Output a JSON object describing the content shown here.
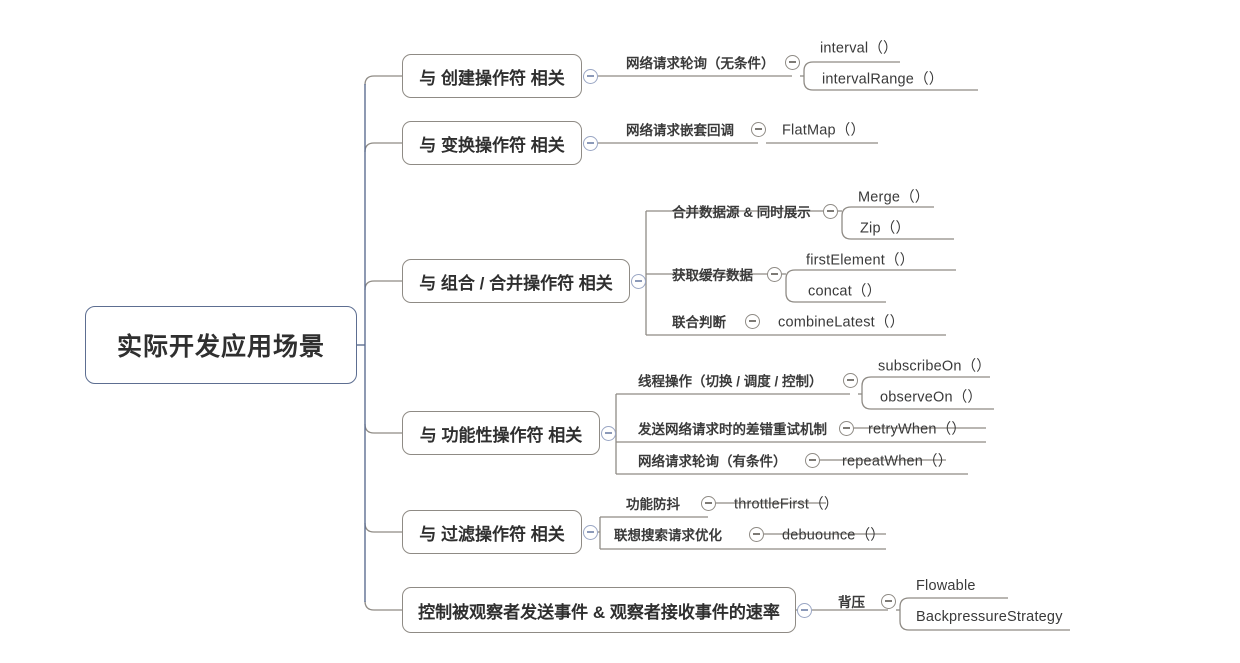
{
  "diagram": {
    "title": "实际开发应用场景",
    "type": "mindmap",
    "colors": {
      "root_border": "#5d6e91",
      "branch_border": "#8f8b85",
      "connector": "#8f8b85",
      "root_connector": "#5d6e91",
      "toggle_blue": "#9aa6c4",
      "toggle_gray": "#8f8b85",
      "text": "#3a3a3a",
      "background": "#ffffff"
    },
    "icon_names": {
      "collapse": "collapse-minus-icon"
    }
  },
  "root": {
    "label": "实际开发应用场景"
  },
  "branches": [
    {
      "id": "create",
      "label": "与 创建操作符 相关",
      "groups": [
        {
          "label": "网络请求轮询（无条件）",
          "leaves": [
            "interval（）",
            "intervalRange（）"
          ]
        }
      ]
    },
    {
      "id": "transform",
      "label": "与 变换操作符 相关",
      "groups": [
        {
          "label": "网络请求嵌套回调",
          "leaves": [
            "FlatMap（）"
          ]
        }
      ]
    },
    {
      "id": "combine",
      "label": "与 组合 / 合并操作符 相关",
      "groups": [
        {
          "label": "合并数据源 & 同时展示",
          "leaves": [
            "Merge（）",
            "Zip（）"
          ]
        },
        {
          "label": "获取缓存数据",
          "leaves": [
            "firstElement（）",
            "concat（）"
          ]
        },
        {
          "label": "联合判断",
          "leaves": [
            "combineLatest（）"
          ]
        }
      ]
    },
    {
      "id": "functional",
      "label": "与 功能性操作符 相关",
      "groups": [
        {
          "label": "线程操作（切换 / 调度 / 控制）",
          "leaves": [
            "subscribeOn（）",
            "observeOn（）"
          ]
        },
        {
          "label": "发送网络请求时的差错重试机制",
          "leaves": [
            "retryWhen（）"
          ]
        },
        {
          "label": "网络请求轮询（有条件）",
          "leaves": [
            "repeatWhen（）"
          ]
        }
      ]
    },
    {
      "id": "filter",
      "label": "与 过滤操作符 相关",
      "groups": [
        {
          "label": "功能防抖",
          "leaves": [
            "throttleFirst（）"
          ]
        },
        {
          "label": "联想搜索请求优化",
          "leaves": [
            "debuounce（）"
          ]
        }
      ]
    },
    {
      "id": "backpressure",
      "label": "控制被观察者发送事件 & 观察者接收事件的速率",
      "groups": [
        {
          "label": "背压",
          "leaves": [
            "Flowable",
            "BackpressureStrategy"
          ]
        }
      ]
    }
  ]
}
